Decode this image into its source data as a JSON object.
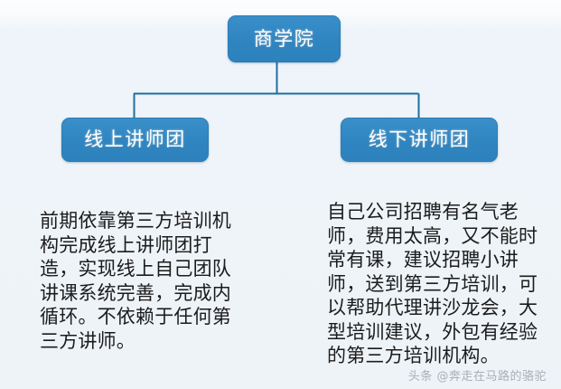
{
  "diagram": {
    "type": "org-tree",
    "background_color": "#eef3f8",
    "node_fill_color": "#3288c4",
    "node_text_color": "#ffffff",
    "connector_color": "#1f6f9e",
    "body_text_color": "#1c1c1c",
    "root": {
      "label": "商学院"
    },
    "children": [
      {
        "label": "线上讲师团",
        "description": "前期依靠第三方培训机构完成线上讲师团打造，实现线上自己团队讲课系统完善，完成内循环。不依赖于任何第三方讲师。"
      },
      {
        "label": "线下讲师团",
        "description": "自己公司招聘有名气老师，费用太高，又不能时常有课，建议招聘小讲师，送到第三方培训，可以帮助代理讲沙龙会，大型培训建议，外包有经验的第三方培训机构。"
      }
    ]
  },
  "watermark": {
    "text": "头条 @奔走在马路的骆驼"
  }
}
